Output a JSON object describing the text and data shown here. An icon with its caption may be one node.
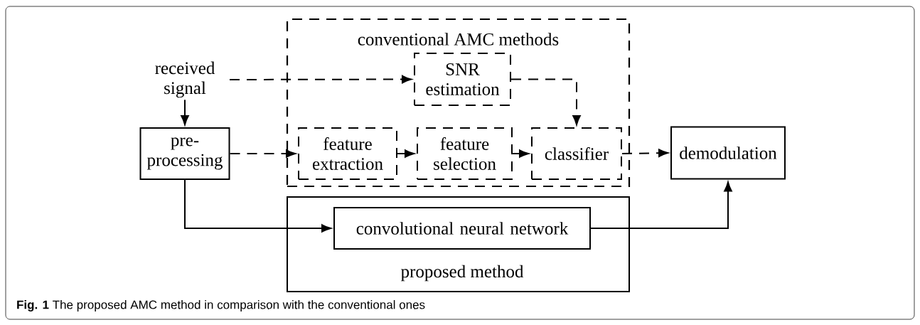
{
  "diagram": {
    "caption": "**Fig. 1** The proposed AMC method in comparison with the conventional ones",
    "nodes": [
      {
        "text": [
          "received signal"
        ]
      },
      {
        "text": [
          "pre-processing"
        ]
      },
      {
        "text": [
          "conventional AMC methods"
        ]
      },
      {
        "text": [
          "SNR estimation"
        ],
        "in": 2
      },
      {
        "text": [
          "feature extraction"
        ],
        "in": 2
      },
      {
        "text": [
          "feature selection"
        ],
        "in": 2
      },
      {
        "text": [
          "classifier"
        ],
        "in": 2
      },
      {
        "text": [
          "demodulation"
        ]
      },
      {
        "text": [
          "proposed method"
        ]
      },
      {
        "text": [
          "convolutional neural network"
        ],
        "in": 8
      }
    ],
    "edges": [
      {
        "from": 0,
        "to": 1,
        "arrow": "to"
      },
      {
        "from": 0,
        "to": 3,
        "arrow": "to",
        "style": "dashed"
      },
      {
        "from": 1,
        "to": 4,
        "arrow": "to",
        "style": "dashed"
      },
      {
        "from": 4,
        "to": 5,
        "arrow": "to"
      },
      {
        "from": 5,
        "to": 6,
        "arrow": "to"
      },
      {
        "from": 3,
        "to": 6,
        "arrow": "to",
        "style": "dashed"
      },
      {
        "from": 6,
        "to": 7,
        "arrow": "to",
        "style": "dashed"
      },
      {
        "from": 1,
        "to": 9,
        "arrow": "to"
      },
      {
        "from": 9,
        "to": 7,
        "arrow": "to"
      }
    ]
  }
}
